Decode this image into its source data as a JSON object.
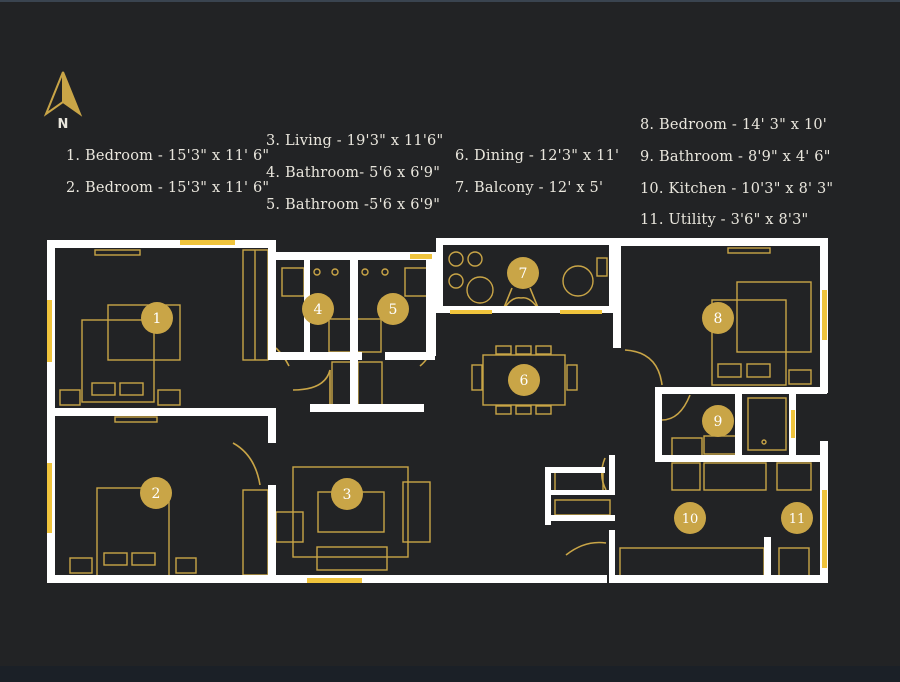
{
  "compass": {
    "letter": "N"
  },
  "legend": [
    {
      "text": "1. Bedroom - 15'3\" x 11' 6\""
    },
    {
      "text": "2. Bedroom - 15'3\" x 11' 6\""
    },
    {
      "text": "3. Living - 19'3\" x 11'6\""
    },
    {
      "text": "4. Bathroom- 5'6 x 6'9\""
    },
    {
      "text": "5. Bathroom -5'6 x 6'9\""
    },
    {
      "text": "6. Dining - 12'3\" x 11'"
    },
    {
      "text": "7. Balcony - 12' x 5'"
    },
    {
      "text": "8. Bedroom - 14' 3\" x 10'"
    },
    {
      "text": "9. Bathroom - 8'9\" x 4' 6\""
    },
    {
      "text": "10.  Kitchen - 10'3\" x 8' 3\""
    },
    {
      "text": "11. Utility - 3'6\" x 8'3\""
    }
  ],
  "rooms": [
    {
      "number": "1"
    },
    {
      "number": "2"
    },
    {
      "number": "3"
    },
    {
      "number": "4"
    },
    {
      "number": "5"
    },
    {
      "number": "6"
    },
    {
      "number": "7"
    },
    {
      "number": "8"
    },
    {
      "number": "9"
    },
    {
      "number": "10"
    },
    {
      "number": "11"
    }
  ],
  "colors": {
    "background": "#222325",
    "wall": "#ffffff",
    "furniture": "#c9a547",
    "marker": "#c9a547",
    "window": "#f0c43c",
    "text": "#e9e6dd"
  }
}
